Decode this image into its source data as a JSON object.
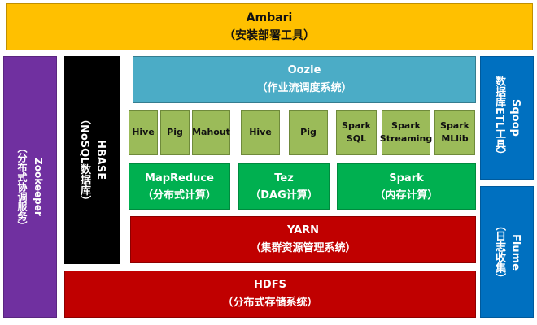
{
  "ambari": {
    "line1": "Ambari",
    "line2": "（安装部署工具）"
  },
  "zookeeper": {
    "line1": "Zookeeper",
    "line2": "（分布式协调服务）"
  },
  "hbase": {
    "line1": "HBASE",
    "line2": "（NoSQL数据库）"
  },
  "oozie": {
    "line1": "Oozie",
    "line2": "（作业流调度系统）"
  },
  "tools": {
    "hive1": "Hive",
    "pig1": "Pig",
    "mahout": "Mahout",
    "hive2": "Hive",
    "pig2": "Pig",
    "spark_sql": {
      "line1": "Spark",
      "line2": "SQL"
    },
    "spark_streaming": {
      "line1": "Spark",
      "line2": "Streaming"
    },
    "spark_mllib": {
      "line1": "Spark",
      "line2": "MLlib"
    }
  },
  "engines": {
    "mapreduce": {
      "line1": "MapReduce",
      "line2": "（分布式计算）"
    },
    "tez": {
      "line1": "Tez",
      "line2": "（DAG计算）"
    },
    "spark": {
      "line1": "Spark",
      "line2": "（内存计算）"
    }
  },
  "yarn": {
    "line1": "YARN",
    "line2": "（集群资源管理系统）"
  },
  "hdfs": {
    "line1": "HDFS",
    "line2": "（分布式存储系统）"
  },
  "sqoop": {
    "line1": "Sqoop",
    "line2": "数据库ETL工具）"
  },
  "flume": {
    "line1": "Flume",
    "line2": "（日志收集）"
  },
  "colors": {
    "ambari": "#FFC000",
    "zookeeper": "#7030A0",
    "hbase": "#000000",
    "oozie": "#4BACC6",
    "tools": "#9BBB59",
    "engines": "#00B050",
    "yarn_hdfs": "#C00000",
    "sqoop_flume": "#0070C0"
  }
}
